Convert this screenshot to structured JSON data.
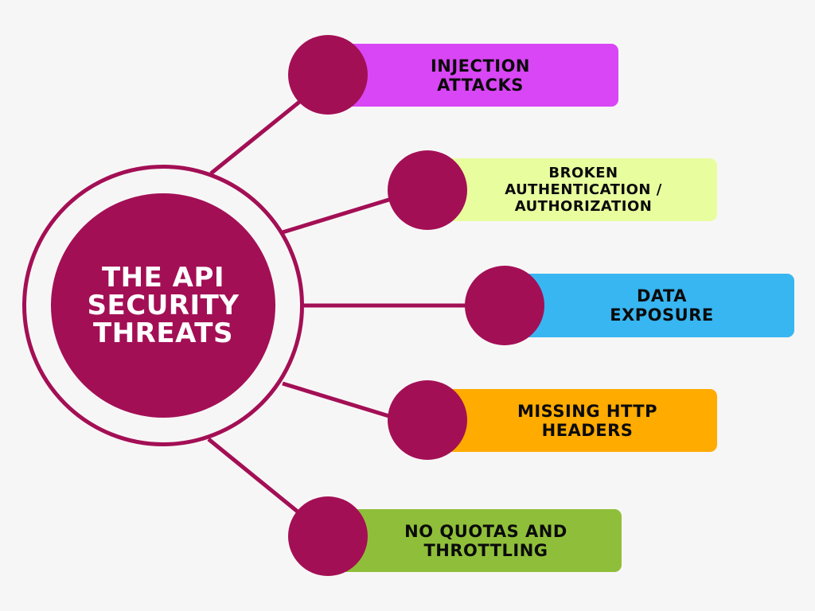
{
  "center": {
    "title": "THE API SECURITY THREATS"
  },
  "colors": {
    "hub": "#a30f55",
    "background": "#f7f6f6"
  },
  "threats": [
    {
      "label": "INJECTION ATTACKS",
      "color": "#d946f5"
    },
    {
      "label": "BROKEN AUTHENTICATION / AUTHORIZATION",
      "color": "#e8fd9e"
    },
    {
      "label": "DATA EXPOSURE",
      "color": "#38b6f2"
    },
    {
      "label": "MISSING HTTP HEADERS",
      "color": "#ffab00"
    },
    {
      "label": "NO QUOTAS AND THROTTLING",
      "color": "#8fbf3a"
    }
  ]
}
